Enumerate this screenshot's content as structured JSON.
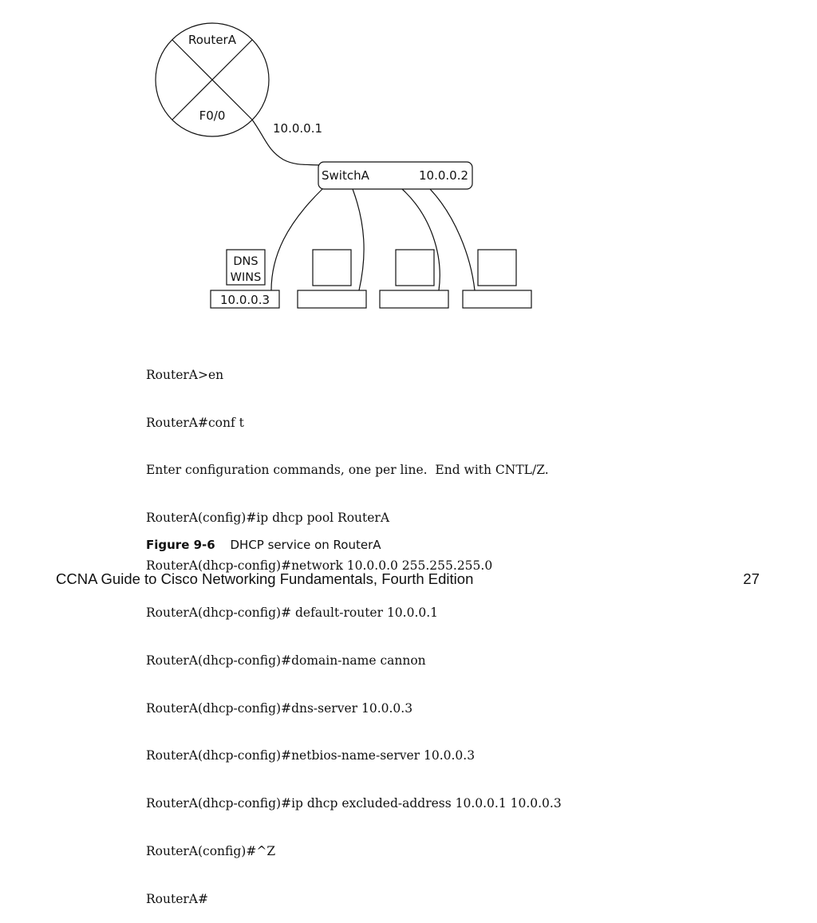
{
  "diagram": {
    "router": {
      "name": "RouterA",
      "interface": "F0/0",
      "interface_ip": "10.0.0.1"
    },
    "switch": {
      "name": "SwitchA",
      "ip": "10.0.0.2"
    },
    "server": {
      "role_line1": "DNS",
      "role_line2": "WINS",
      "ip": "10.0.0.3"
    },
    "hosts": [
      {
        "label": ""
      },
      {
        "label": ""
      },
      {
        "label": ""
      }
    ]
  },
  "cli_lines": [
    "RouterA>en",
    "RouterA#conf t",
    "Enter configuration commands, one per line.  End with CNTL/Z.",
    "RouterA(config)#ip dhcp pool RouterA",
    "RouterA(dhcp-config)#network 10.0.0.0 255.255.255.0",
    "RouterA(dhcp-config)# default-router 10.0.0.1",
    "RouterA(dhcp-config)#domain-name cannon",
    "RouterA(dhcp-config)#dns-server 10.0.0.3",
    "RouterA(dhcp-config)#netbios-name-server 10.0.0.3",
    "RouterA(dhcp-config)#ip dhcp excluded-address 10.0.0.1 10.0.0.3",
    "RouterA(config)#^Z",
    "RouterA#"
  ],
  "caption": {
    "figure_number": "Figure 9-6",
    "text": "DHCP service on RouterA"
  },
  "footer": {
    "book_title": "CCNA Guide to Cisco Networking Fundamentals, Fourth Edition",
    "page_number": "27"
  }
}
